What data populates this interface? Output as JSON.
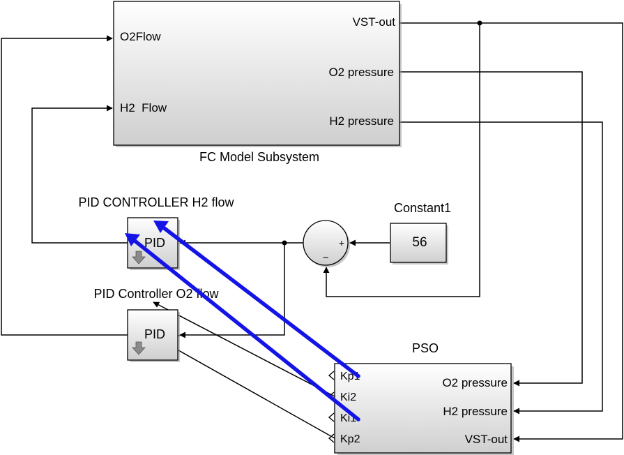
{
  "colors": {
    "wire": "#000000",
    "overlay": "#1414e6",
    "block_top": "#ffffff",
    "block_bottom": "#cfcfcf"
  },
  "fc": {
    "title": "FC Model Subsystem",
    "in_o2": "O2Flow",
    "in_h2": "H2  Flow",
    "out_vst": "VST-out",
    "out_o2": "O2 pressure",
    "out_h2": "H2 pressure"
  },
  "pid_h2": {
    "title": "PID CONTROLLER H2 flow",
    "label": "PID"
  },
  "pid_o2": {
    "title": "PID Controller O2 flow",
    "label": "PID"
  },
  "sum": {
    "plus": "+",
    "minus": "−"
  },
  "constant": {
    "title": "Constant1",
    "value": "56"
  },
  "pso": {
    "title": "PSO",
    "out_kp1": "Kp1",
    "out_ki2": "Ki2",
    "out_ki1": "Ki1",
    "out_kp2": "Kp2",
    "in_o2": "O2 pressure",
    "in_h2": "H2 pressure",
    "in_vst": "VST-out"
  },
  "icons": {
    "pid_mask": "down-arrow-icon"
  }
}
